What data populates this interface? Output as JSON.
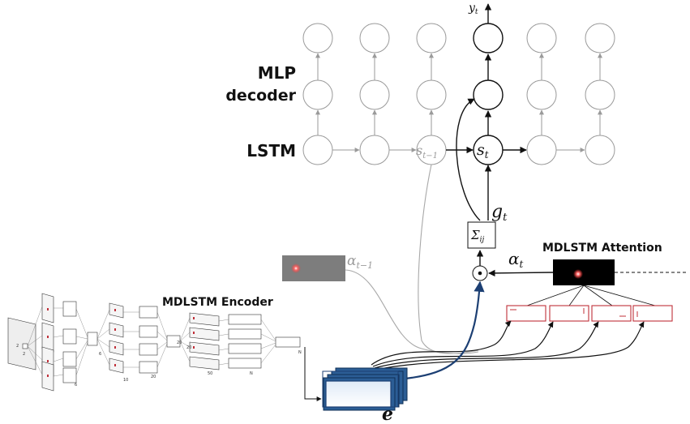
{
  "labels": {
    "mlp_line1": "MLP",
    "mlp_line2": "decoder",
    "lstm": "LSTM",
    "encoder": "MDLSTM Encoder",
    "attention": "MDLSTM Attention",
    "y_t": "y",
    "y_t_sub": "t",
    "s_prev": "s",
    "s_prev_sub": "t−1",
    "s_t": "s",
    "s_t_sub": "t",
    "g_t": "g",
    "g_t_sub": "t",
    "sigma": "Σ",
    "sigma_sub": "ij",
    "alpha_prev": "α",
    "alpha_prev_sub": "t−1",
    "alpha_t": "α",
    "alpha_t_sub": "t",
    "odot": "⊙",
    "e": "e"
  },
  "encoder_tick_labels": [
    "2",
    "2",
    "6",
    "6",
    "20",
    "20",
    "10",
    "20",
    "50",
    "N",
    "N"
  ],
  "colors": {
    "active": "#111111",
    "inactive": "#9a9a9a",
    "attention_path": "#1c3f73",
    "attention_box": "#c0303a",
    "map_gray": "#7d7d7d"
  }
}
